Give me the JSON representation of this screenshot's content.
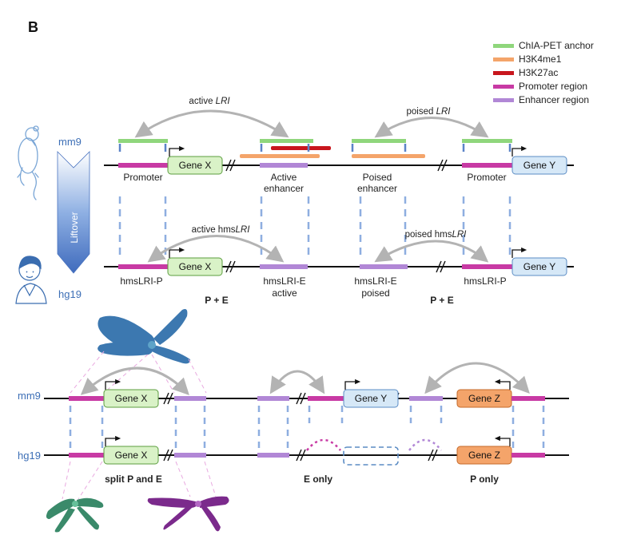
{
  "panel_letter": "B",
  "legend": {
    "chia_pet": {
      "label": "ChIA-PET anchor",
      "color": "#8fd67c"
    },
    "h3k4me1": {
      "label": "H3K4me1",
      "color": "#f4a46a"
    },
    "h3k27ac": {
      "label": "H3K27ac",
      "color": "#c8161d"
    },
    "promoter": {
      "label": "Promoter region",
      "color": "#c83aa4"
    },
    "enhancer": {
      "label": "Enhancer region",
      "color": "#b187d6"
    }
  },
  "species": {
    "mouse": "mm9",
    "human": "hg19"
  },
  "liftover": "Liftover",
  "top": {
    "active_lri": "active LRI",
    "poised_lri": "poised LRI",
    "active_hmslri": "active hmsLRI",
    "poised_hmslri": "poised hmsLRI",
    "promoter_1": "Promoter",
    "active_enh_1": "Active",
    "active_enh_2": "enhancer",
    "poised_enh_1": "Poised",
    "poised_enh_2": "enhancer",
    "promoter_2": "Promoter",
    "gene_x": "Gene X",
    "gene_y": "Gene Y",
    "hms_p1": "hmsLRI-P",
    "hms_e1_1": "hmsLRI-E",
    "hms_e1_2": "active",
    "hms_e2_1": "hmsLRI-E",
    "hms_e2_2": "poised",
    "hms_p2": "hmsLRI-P",
    "pe_1": "P + E",
    "pe_2": "P + E"
  },
  "bottom": {
    "gene_x_top": "Gene X",
    "gene_y": "Gene Y",
    "gene_z_top": "Gene Z",
    "gene_x_bot": "Gene X",
    "gene_z_bot": "Gene Z",
    "split": "split P and E",
    "e_only": "E only",
    "p_only": "P only"
  },
  "colors": {
    "gene_green": "#d9f2c7",
    "gene_green_stroke": "#5c9e3f",
    "gene_blue": "#d6e8f7",
    "gene_blue_stroke": "#5b8cc4",
    "gene_orange": "#f4a46a",
    "gene_orange_stroke": "#c46a2a",
    "dash_blue": "#8eaee0",
    "arc_grey": "#b3b3b3",
    "chrom_blue": "#3c78b0",
    "chrom_green": "#3a8a6a",
    "chrom_purple": "#7b2a8c",
    "pink_dash": "#e9a9e0"
  }
}
